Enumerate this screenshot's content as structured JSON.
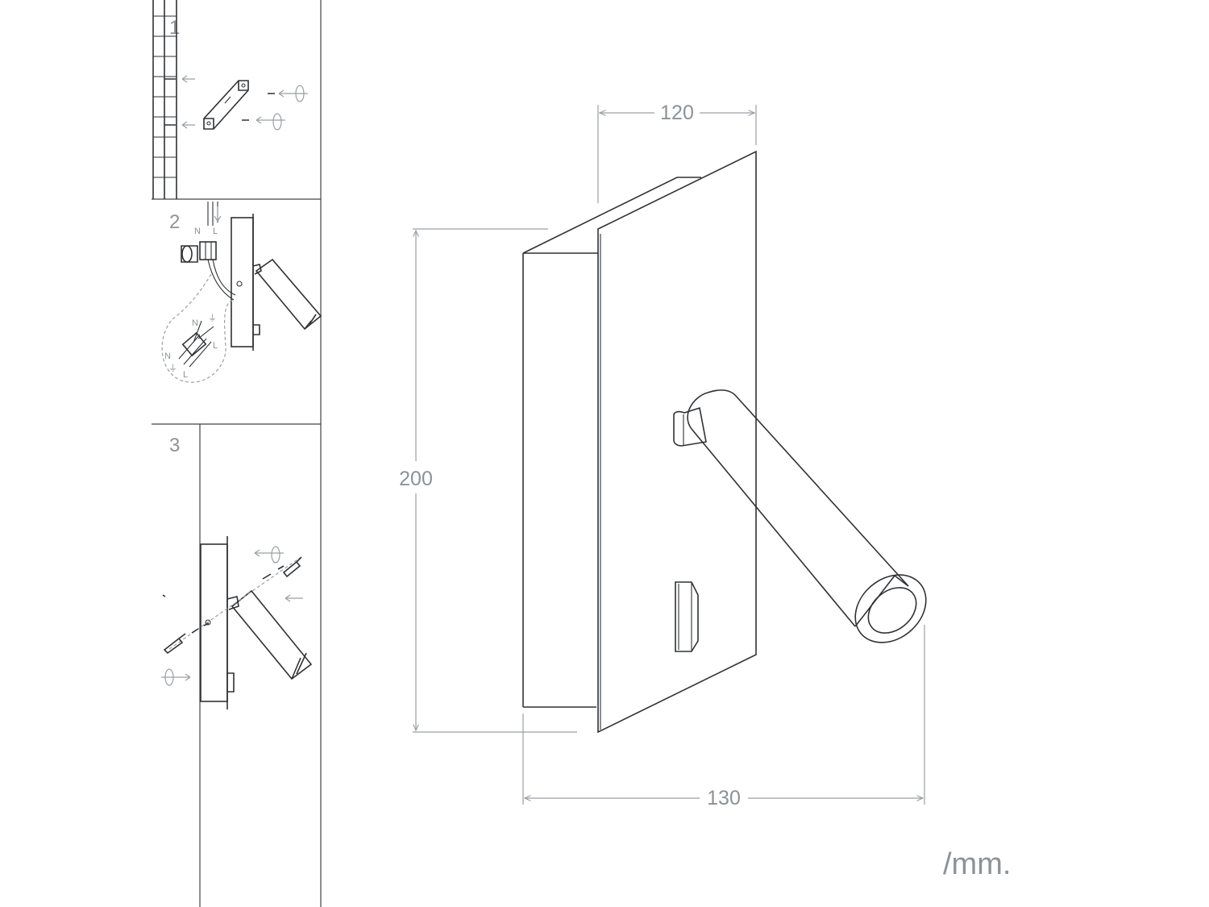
{
  "steps": {
    "step1": "1",
    "step2": "2",
    "step3": "3"
  },
  "wiring": {
    "n_top": "N",
    "l_top": "L",
    "n_detail": "N",
    "l_detail_right": "L",
    "n_detail_left": "N",
    "l_detail_bottom": "L",
    "ground_symbol": "⏚"
  },
  "dimensions": {
    "width_top": "120",
    "height": "200",
    "depth": "130",
    "unit": "/mm."
  },
  "colors": {
    "line": "#2f3235",
    "dimension": "#9aa0a4",
    "label": "#8c9296"
  }
}
